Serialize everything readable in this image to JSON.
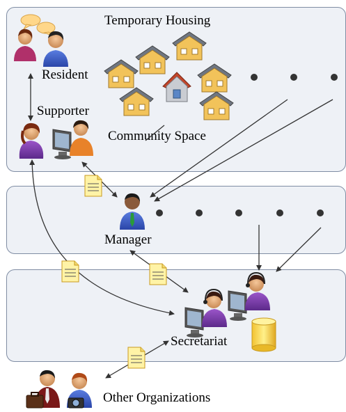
{
  "labels": {
    "temporary_housing": "Temporary Housing",
    "resident": "Resident",
    "supporter": "Supporter",
    "community_space": "Community Space",
    "manager": "Manager",
    "secretariat": "Secretariat",
    "other_organizations": "Other Organizations"
  },
  "colors": {
    "panel_fill": "#eef1f6",
    "panel_border": "#7f8ca3",
    "arrow": "#333333",
    "house_wall": "#f2c35a",
    "house_roof": "#6f7681",
    "document": "#fff3a6",
    "database": "#ffe066"
  },
  "icons": [
    "speech-bubble-icon",
    "person-icon",
    "house-icon",
    "community-house-icon",
    "computer-icon",
    "document-icon",
    "database-icon",
    "headset-icon",
    "camera-icon",
    "briefcase-icon"
  ]
}
